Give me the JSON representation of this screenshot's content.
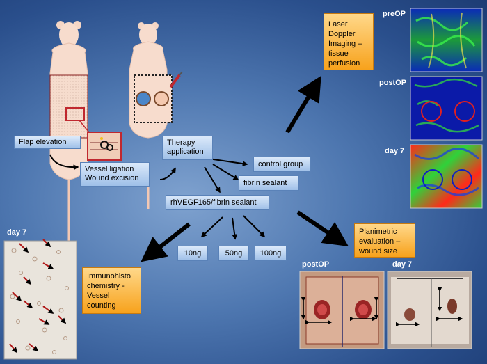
{
  "steps": {
    "flap_elevation": "Flap elevation",
    "vessel_ligation_line1": "Vessel ligation",
    "vessel_ligation_line2": "Wound excision",
    "therapy_line1": "Therapy",
    "therapy_line2": "application",
    "control_group": "control group",
    "fibrin_sealant": "fibrin sealant",
    "rhvegf": "rhVEGF165/fibrin sealant",
    "dose_10": "10ng",
    "dose_50": "50ng",
    "dose_100": "100ng"
  },
  "outcomes": {
    "laser_lines": [
      "Laser",
      "Doppler",
      "Imaging –",
      "tissue",
      "perfusion"
    ],
    "immuno_lines": [
      "Immunohisto",
      "chemistry -",
      "Vessel",
      "counting"
    ],
    "planimetric_lines": [
      "Planimetric",
      "evaluation –",
      "wound size"
    ]
  },
  "image_labels": {
    "preop": "preOP",
    "postop_ldi": "postOP",
    "day7_ldi": "day 7",
    "histo_day7": "day 7",
    "photo_postop": "postOP",
    "photo_day7": "day 7"
  },
  "colors": {
    "background": "#3a63a0",
    "blue_box": "#b8d2f0",
    "orange_box": "#f7a21c",
    "arrow": "#000000",
    "highlight_red": "#c0282f"
  }
}
